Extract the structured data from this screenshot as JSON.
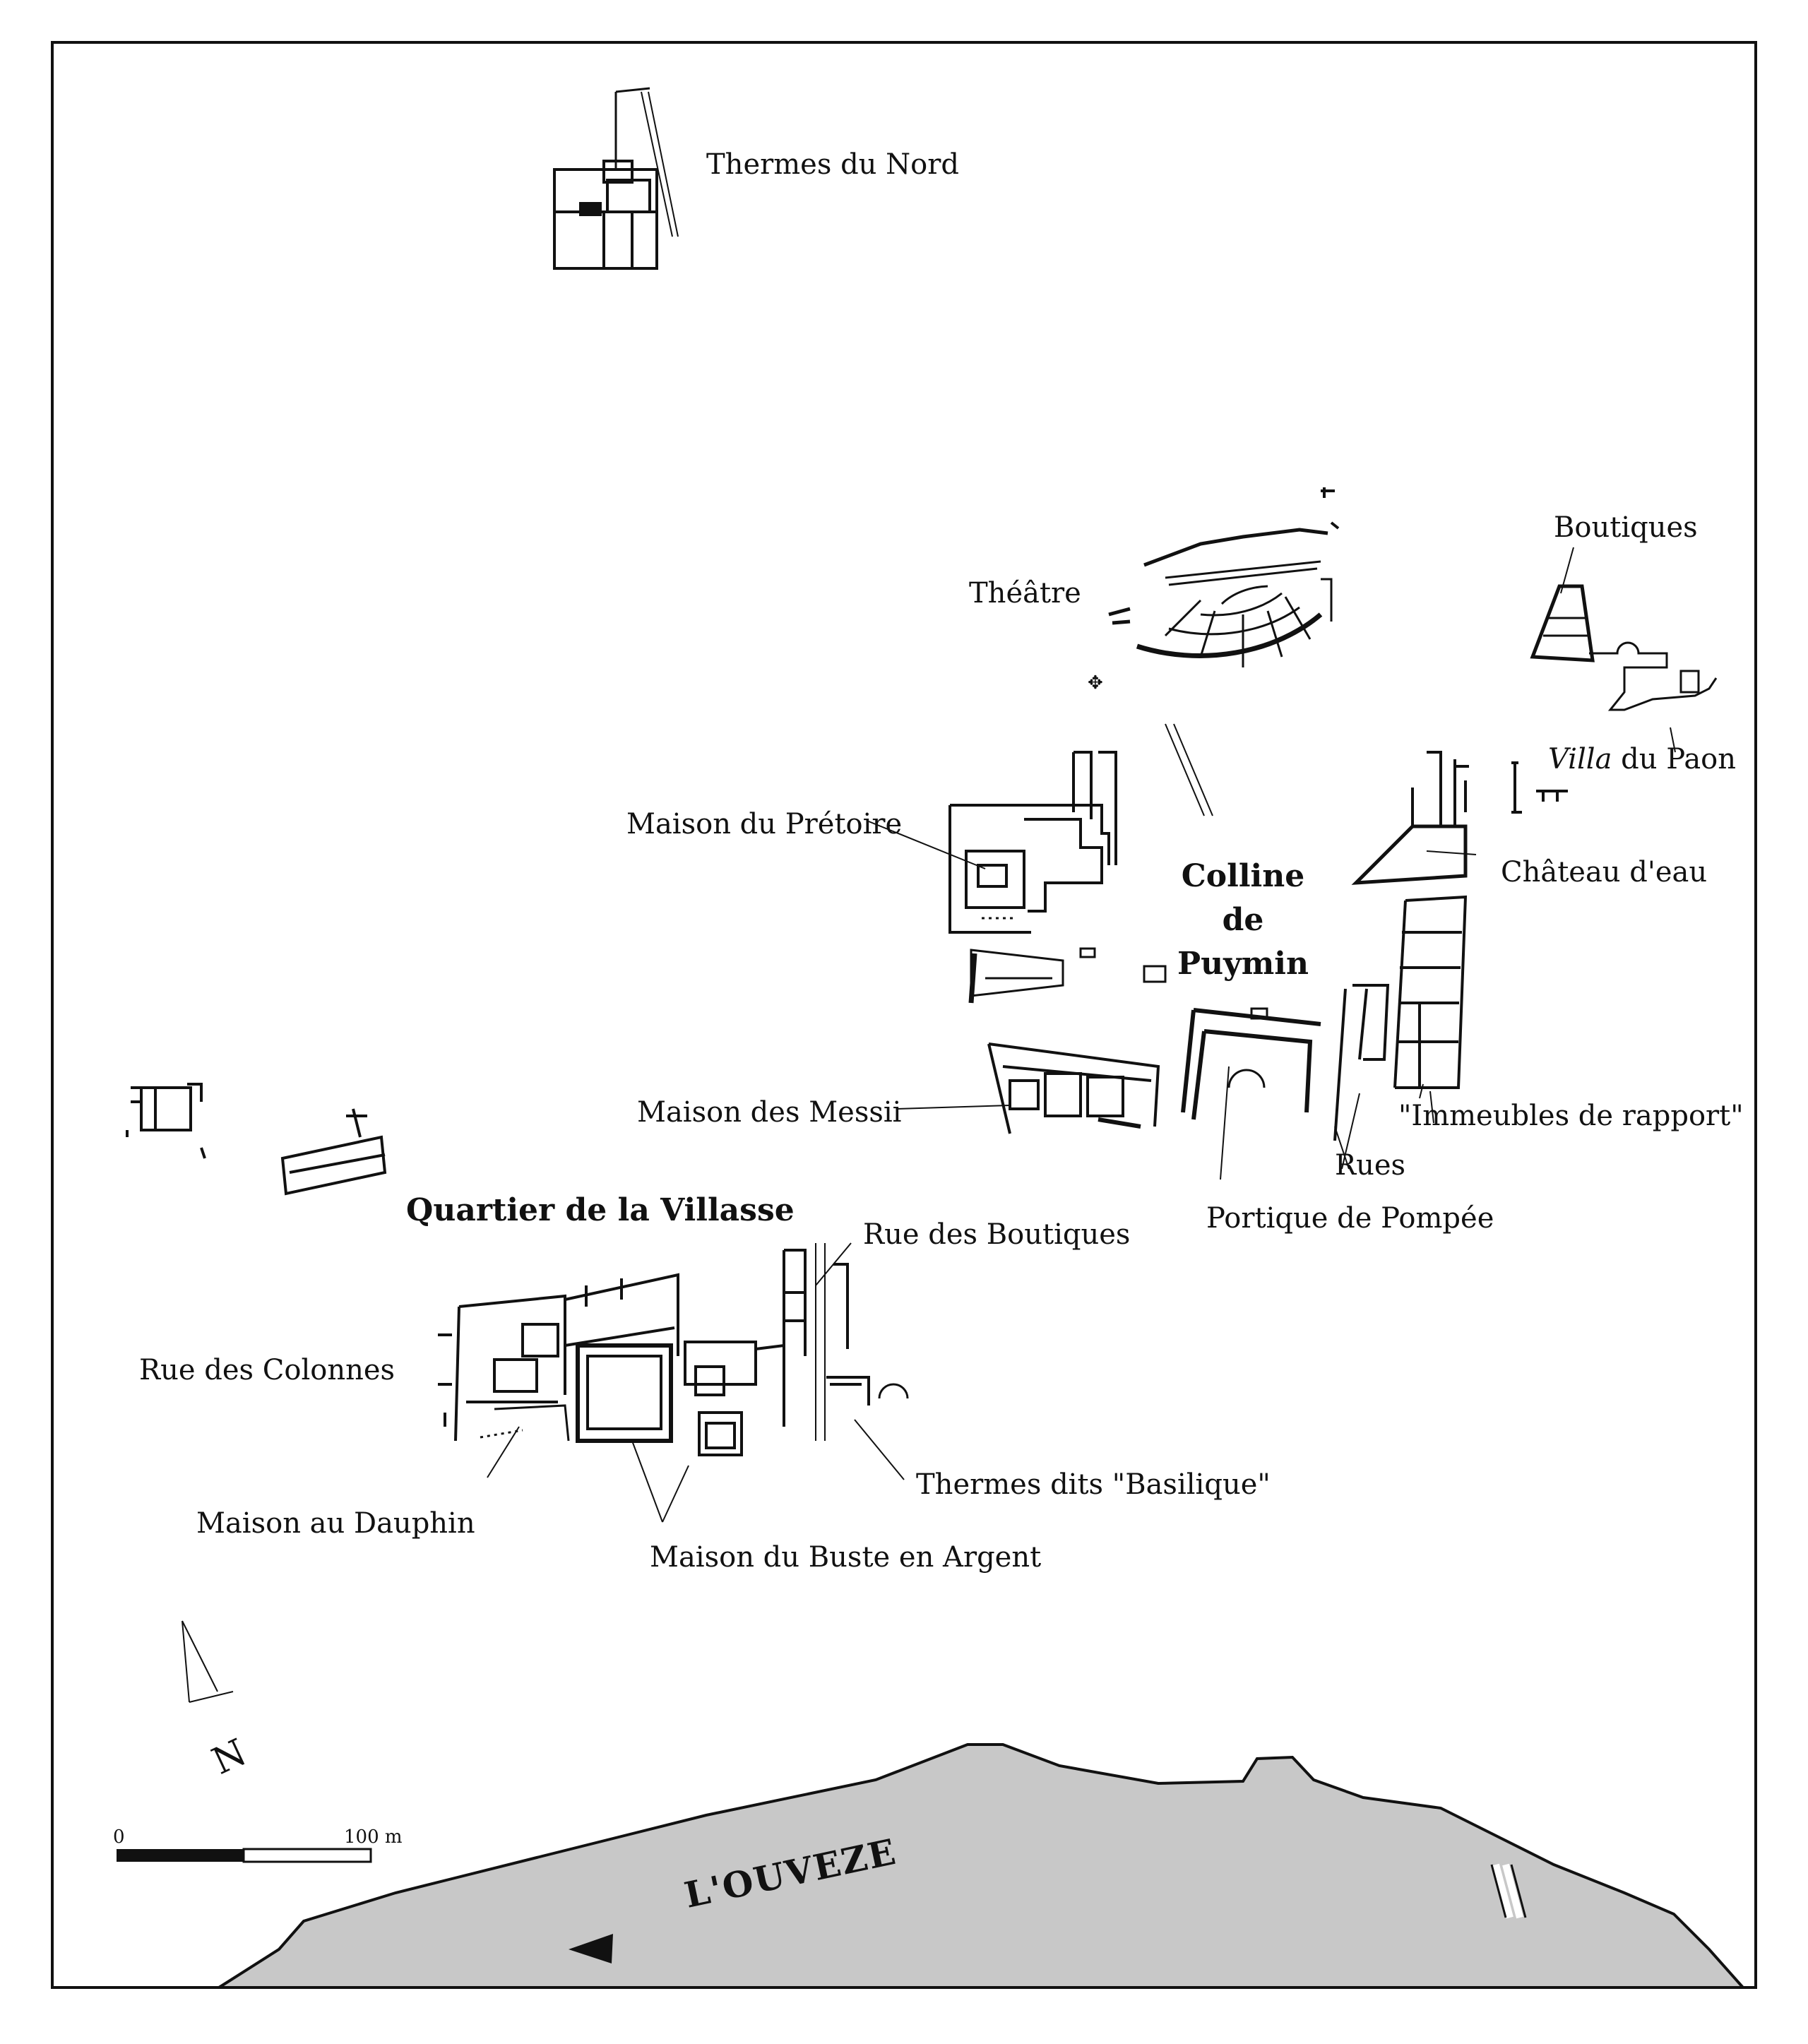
{
  "labels": {
    "thermes_nord": "Thermes du Nord",
    "boutiques": "Boutiques",
    "theatre": "Théâtre",
    "villa_paon_italic": "Villa",
    "villa_paon_rest": " du Paon",
    "maison_pretoire": "Maison du Prétoire",
    "colline_line1": "Colline",
    "colline_line2": "de",
    "colline_line3": "Puymin",
    "chateau_eau": "Château d'eau",
    "maison_messii": "Maison des Messii",
    "immeubles": "\"Immeubles de rapport\"",
    "rues": "Rues",
    "quartier_villasse": "Quartier de la Villasse",
    "portique_pompee": "Portique de Pompée",
    "rue_boutiques": "Rue des Boutiques",
    "rue_colonnes": "Rue des Colonnes",
    "thermes_basilique": "Thermes dits \"Basilique\"",
    "maison_dauphin": "Maison au Dauphin",
    "maison_buste": "Maison du Buste en Argent",
    "river": "L'OUVEZE",
    "north": "N"
  },
  "scale_bar": {
    "start_label": "0",
    "end_label": "100 m"
  },
  "colors": {
    "river_fill": "#c8c8c8",
    "ink": "#111111",
    "background": "#ffffff"
  }
}
